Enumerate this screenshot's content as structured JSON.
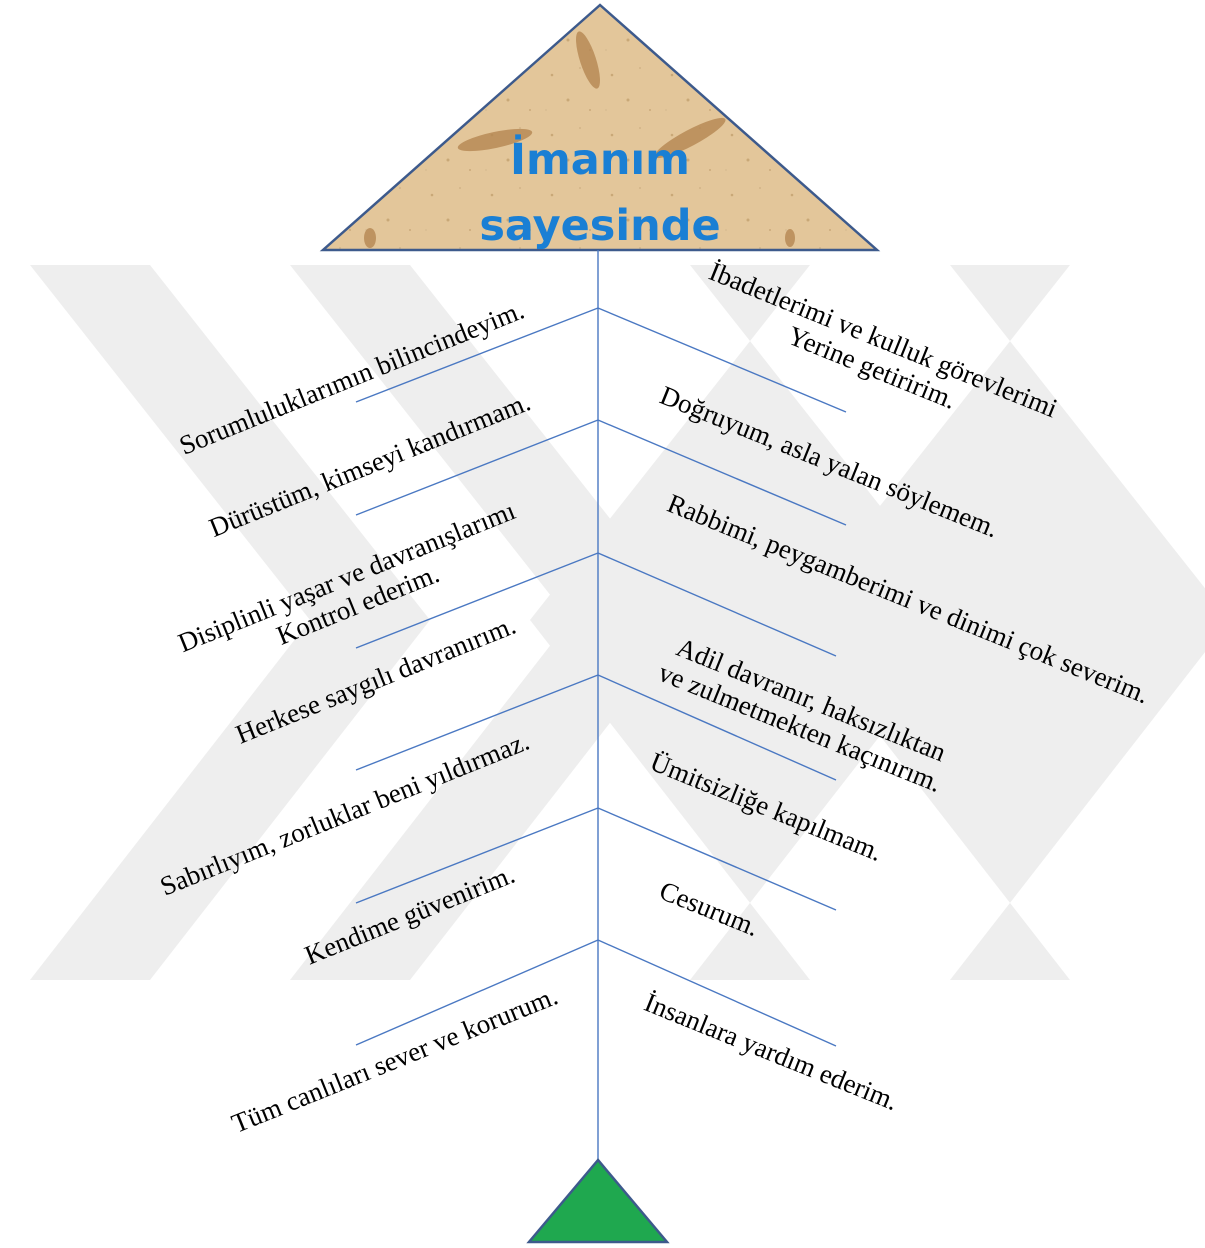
{
  "head": {
    "line1": "İmanım",
    "line2": "sayesinde"
  },
  "left_bones": [
    [
      "Sorumluluklarımın bilincindeyim."
    ],
    [
      "Dürüstüm, kimseyi kandırmam."
    ],
    [
      "Disiplinli yaşar ve  davranışlarımı",
      "Kontrol ederim."
    ],
    [
      "Herkese saygılı davranırım."
    ],
    [
      "Sabırlıyım, zorluklar beni yıldırmaz."
    ],
    [
      "Kendime güvenirim."
    ],
    [
      "Tüm canlıları sever ve korurum."
    ]
  ],
  "right_bones": [
    [
      "İbadetlerimi ve kulluk görevlerimi",
      "Yerine getiririm."
    ],
    [
      "Doğruyum, asla yalan söylemem."
    ],
    [
      "Rabbimi, peygamberimi ve dinimi çok severim."
    ],
    [
      "Adil davranır, haksızlıktan",
      "ve zulmetmekten kaçınırım."
    ],
    [
      "Ümitsizliğe kapılmam."
    ],
    [
      "Cesurum."
    ],
    [
      "İnsanlara yardım ederim."
    ]
  ],
  "colors": {
    "head_fill": "#e3c69a",
    "head_text": "#1a7fd4",
    "tail_fill": "#1fa84f",
    "lines": "#4a78c2",
    "watermark": "#eeeeee"
  }
}
